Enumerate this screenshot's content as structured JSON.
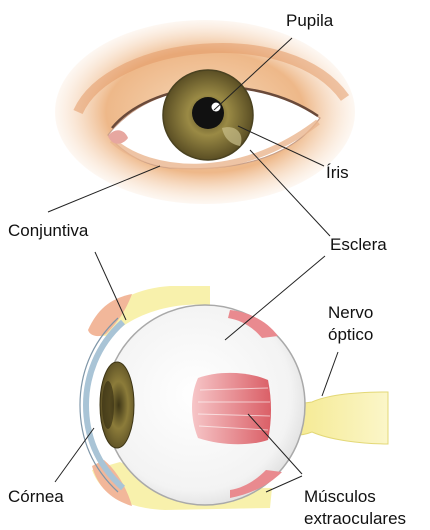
{
  "labels": {
    "pupila": "Pupila",
    "iris": "Íris",
    "conjuntiva": "Conjuntiva",
    "esclera": "Esclera",
    "nervo_line1": "Nervo",
    "nervo_line2": "óptico",
    "cornea": "Córnea",
    "musculos_line1": "Músculos",
    "musculos_line2": "extraoculares"
  },
  "colors": {
    "iris": "#8a7a3a",
    "skin": "#f2c9a0",
    "skin_shadow": "#e49a68",
    "muscle": "#e88890",
    "nerve": "#f7efa0",
    "sclera_edge": "#a9a9a9",
    "cornea": "#a9c4d6"
  }
}
